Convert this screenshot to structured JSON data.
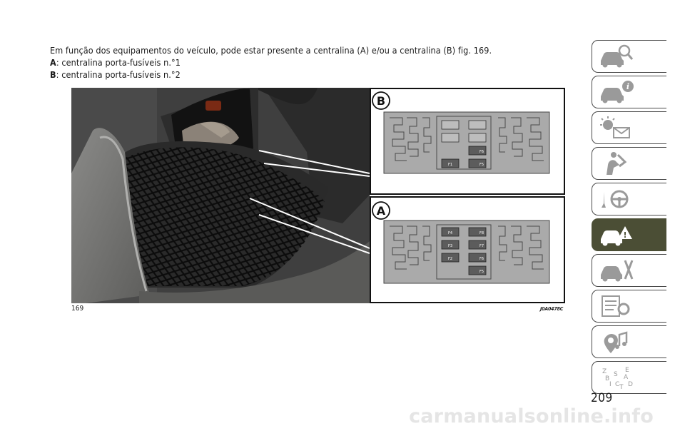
{
  "intro": {
    "sentence": "Em função dos equipamentos do veículo, pode estar presente a centralina (A) e/ou a centralina (B) fig. 169.",
    "items": [
      {
        "label": "A",
        "text": ": centralina porta-fusíveis n.°1"
      },
      {
        "label": "B",
        "text": ": centralina porta-fusíveis n.°2"
      }
    ]
  },
  "figure": {
    "number": "169",
    "code": "J0A0478C",
    "callouts": {
      "b": "B",
      "a": "A"
    },
    "fuse_labels_b": [
      "F6",
      "F1",
      "F5"
    ],
    "fuse_labels_a": [
      "F4",
      "F8",
      "F3",
      "F7",
      "F2",
      "F6",
      "F5"
    ]
  },
  "tabs": [
    {
      "name": "car-search-icon",
      "active": false
    },
    {
      "name": "car-info-icon",
      "active": false
    },
    {
      "name": "lights-mail-icon",
      "active": false
    },
    {
      "name": "seat-airbag-icon",
      "active": false
    },
    {
      "name": "steering-wheel-icon",
      "active": false
    },
    {
      "name": "car-warning-icon",
      "active": true
    },
    {
      "name": "car-tools-icon",
      "active": false
    },
    {
      "name": "checklist-gear-icon",
      "active": false
    },
    {
      "name": "music-navigation-icon",
      "active": false
    },
    {
      "name": "alphabet-index-icon",
      "active": false
    }
  ],
  "tab_letters": [
    "Z",
    "E",
    "B",
    "S",
    "A",
    "I",
    "C",
    "T",
    "D"
  ],
  "page_number": "209",
  "footer": {
    "watermark": "carmanualsonline.info"
  },
  "colors": {
    "active_tab": "#4b4e35",
    "panel_bg": "#a8a8a8"
  }
}
